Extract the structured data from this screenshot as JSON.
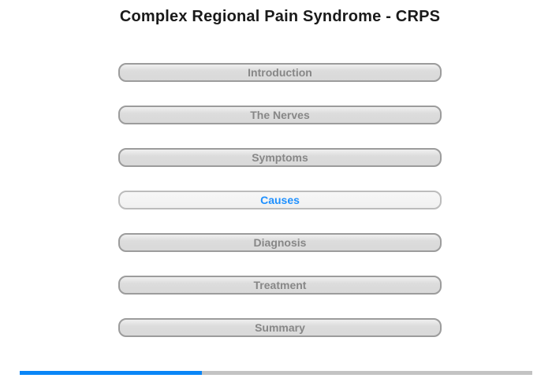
{
  "header": {
    "title": "Complex Regional Pain Syndrome - CRPS"
  },
  "menu": {
    "items": [
      {
        "label": "Introduction",
        "active": false
      },
      {
        "label": "The Nerves",
        "active": false
      },
      {
        "label": "Symptoms",
        "active": false
      },
      {
        "label": "Causes",
        "active": true
      },
      {
        "label": "Diagnosis",
        "active": false
      },
      {
        "label": "Treatment",
        "active": false
      },
      {
        "label": "Summary",
        "active": false
      }
    ]
  },
  "progress": {
    "percent": 35.5
  },
  "colors": {
    "accent_text_blue": "#1e90ff",
    "progress_fill_blue": "#0a86f7",
    "progress_track_gray": "#c3c3c3",
    "button_text_gray": "#878787",
    "button_border_gray": "#9c9c9c",
    "title_black": "#1a1a1a"
  }
}
